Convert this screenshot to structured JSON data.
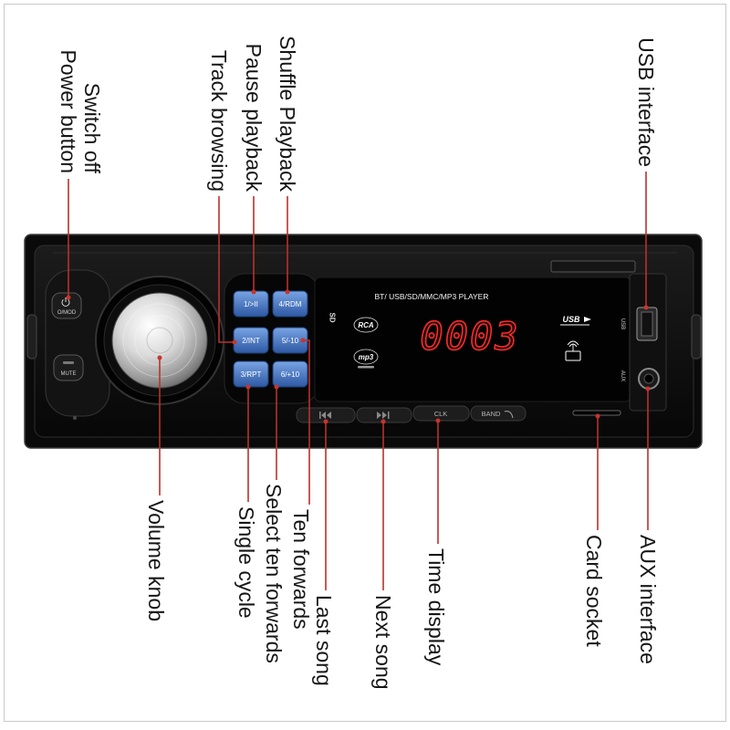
{
  "labels": {
    "switch_off": "Switch off",
    "power_button": "Power button",
    "track_browsing": "Track browsing",
    "pause_playback": "Pause playback",
    "shuffle_playback": "Shuffle Playback",
    "usb_interface": "USB interface",
    "volume_knob": "Volume knob",
    "single_cycle": "Single cycle",
    "select_ten_forwards": "Select ten forwards",
    "ten_forwards": "Ten forwards",
    "last_song": "Last song",
    "next_song": "Next song",
    "time_display": "Time display",
    "card_socket": "Card socket",
    "aux_interface": "AUX interface"
  },
  "device": {
    "display_header": "BT/ USB/SD/MMC/MP3 PLAYER",
    "display_digits": "0003",
    "power_label": "O/MOD",
    "mute_label": "MUTE",
    "number_buttons": [
      "1/>II",
      "4/RDM",
      "2/INT",
      "5/-10",
      "3/RPT",
      "6/+10"
    ],
    "clk_label": "CLK",
    "band_label": "BAND",
    "rca_logo": "RCA",
    "mp3_logo": "mp3",
    "usb_logo": "USB",
    "sd_logo": "SD",
    "usb_port_label": "USB",
    "aux_port_label": "AUX"
  },
  "icons": {
    "power": "power-icon",
    "prev_track": "prev-track-icon",
    "next_track": "next-track-icon",
    "bluetooth": "bluetooth-icon",
    "band": "band-hook-icon"
  },
  "colors": {
    "leader_line": "#b8322c",
    "leader_dot": "#c8342c",
    "display_digits": "#ff2b2b",
    "preset_button": "#3f72c2",
    "housing": "#0a0a0a"
  }
}
